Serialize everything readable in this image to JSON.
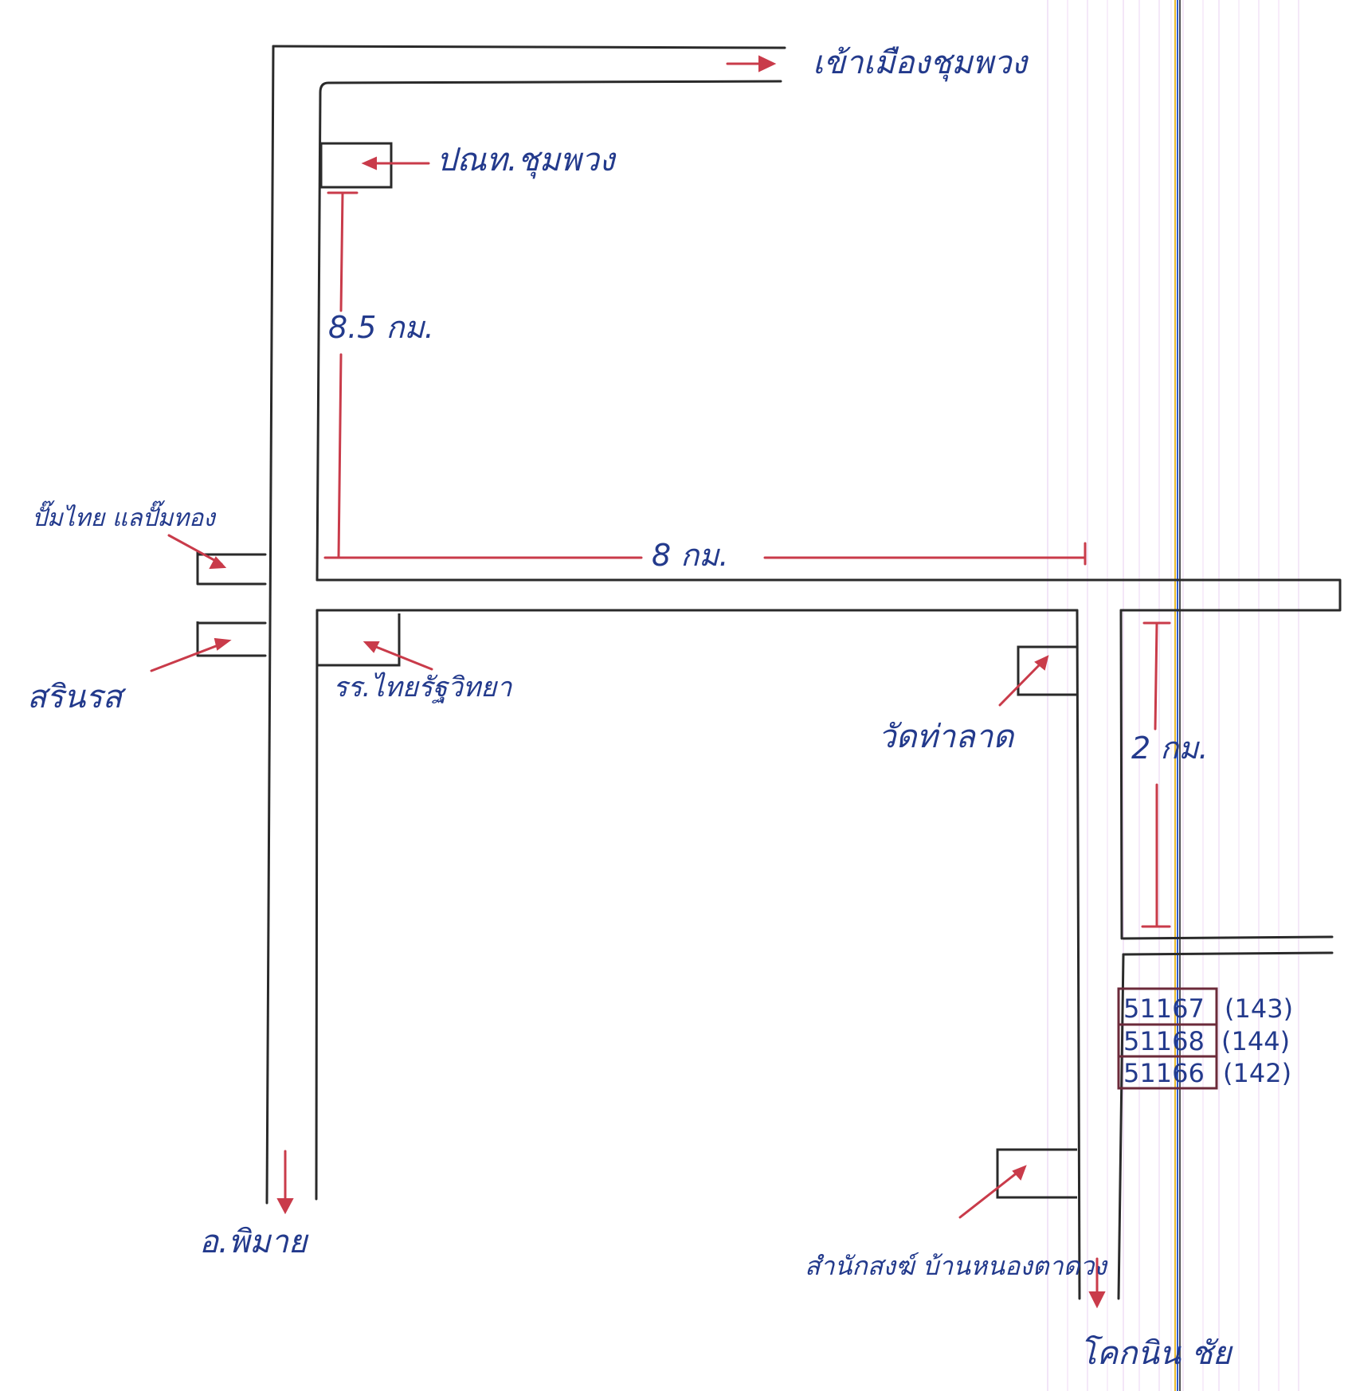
{
  "places": {
    "to_chumphuang": "เข้าเมืองชุมพวง",
    "post_office": "ปณท.ชุมพวง",
    "pump_thai": "ปั๊มไทย แลปั๊มทอง",
    "sarin": "สรินรส",
    "school": "รร.ไทยรัฐวิทยา",
    "wat": "วัดท่าลาด",
    "phimai": "อ.พิมาย",
    "sanuk": "สำนักสงฆ์ บ้านหนองตาดวง",
    "to_khok": "โคกนิน ชัย"
  },
  "distances": {
    "vertical_main": "8.5 กม.",
    "horizontal": "8 กม.",
    "side_road": "2 กม."
  },
  "codes": [
    {
      "id": "51167",
      "ref": "(143)"
    },
    {
      "id": "51168",
      "ref": "(144)"
    },
    {
      "id": "51166",
      "ref": "(142)"
    }
  ],
  "colors": {
    "road_ink": "#2a2a2a",
    "annotation_red": "#c93b4a",
    "label_blue": "#233a8c"
  }
}
